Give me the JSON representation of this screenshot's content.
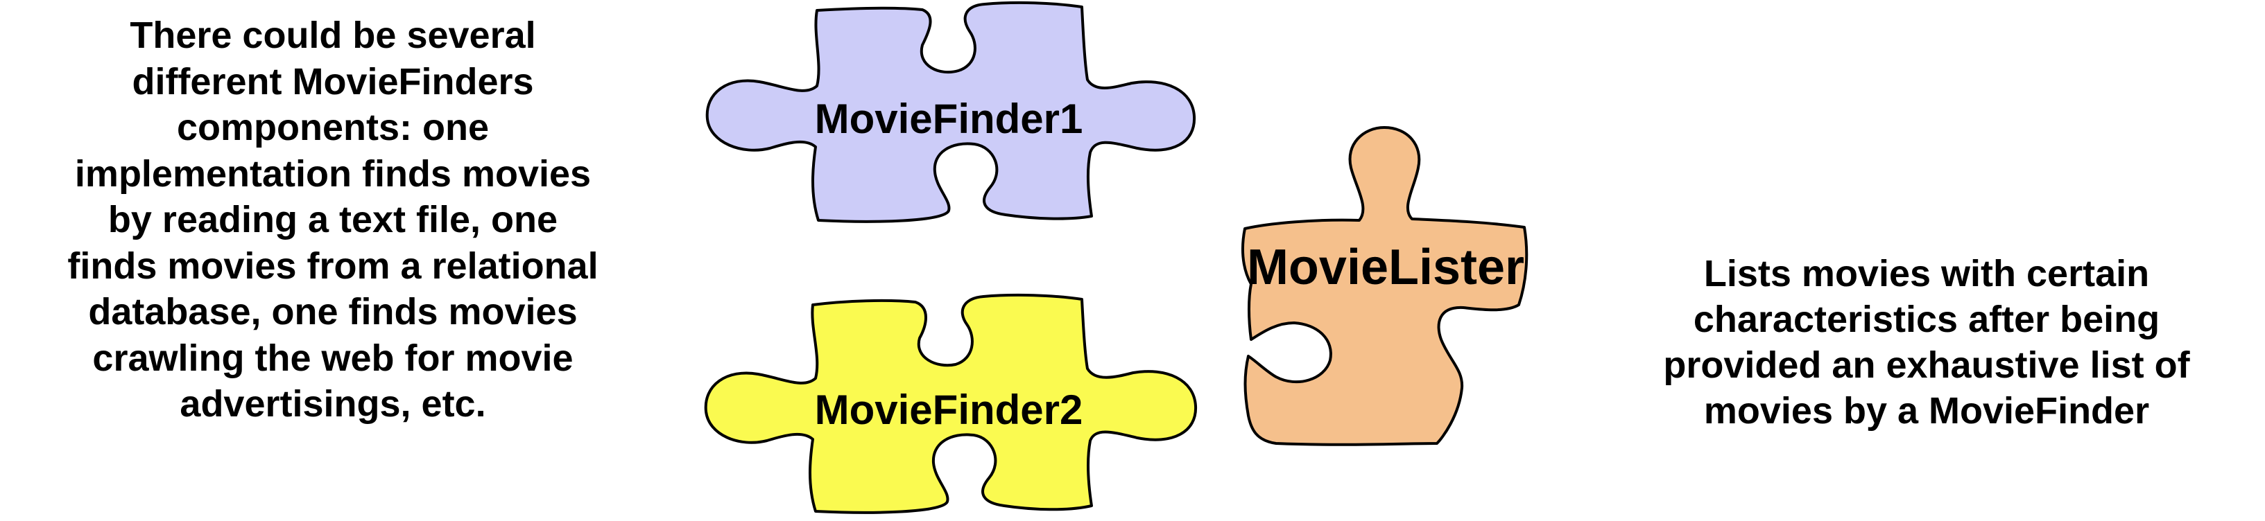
{
  "left_description": {
    "lines": [
      "There could be several",
      "different MovieFinders",
      "components: one",
      "implementation finds movies",
      "by reading a text file, one",
      "finds movies from a relational",
      "database,  one finds movies",
      "crawling the web for movie",
      "advertisings, etc."
    ]
  },
  "right_description": {
    "lines": [
      "Lists movies with certain",
      "characteristics after being",
      "provided an exhaustive list of",
      "movies by a MovieFinder"
    ]
  },
  "pieces": [
    {
      "label": "MovieFinder1",
      "color": "#ccccf8"
    },
    {
      "label": "MovieFinder2",
      "color": "#fafa50"
    },
    {
      "label": "MovieLister",
      "color": "#f5c08c"
    }
  ],
  "colors": {
    "outline": "#000000",
    "text": "#000000",
    "background": "#ffffff"
  }
}
